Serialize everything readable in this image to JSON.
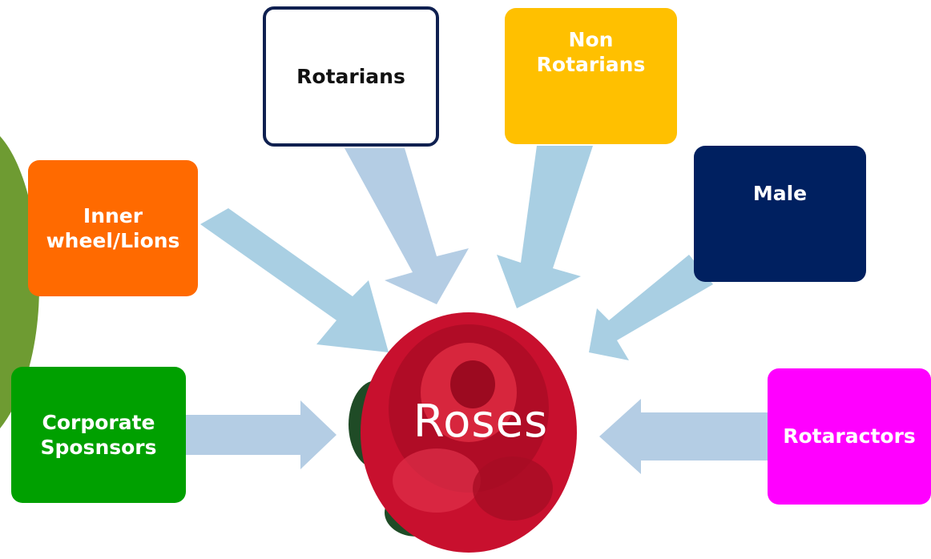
{
  "center": {
    "label": "Roses"
  },
  "sources": [
    {
      "id": "rotarians",
      "label": "Rotarians",
      "fill": "#ffffff",
      "border": "#0f2050",
      "text_color": "#111111"
    },
    {
      "id": "non-rotarians",
      "label": "Non\nRotarians",
      "fill": "#ffc000",
      "text_color": "#ffffff"
    },
    {
      "id": "inner-wheel-lions",
      "label": "Inner\nwheel/Lions",
      "fill": "#ff6a00",
      "text_color": "#ffffff"
    },
    {
      "id": "male",
      "label": "Male",
      "fill": "#002060",
      "text_color": "#ffffff"
    },
    {
      "id": "corporate-sponsors",
      "label": "Corporate\nSposnsors",
      "fill": "#00a000",
      "text_color": "#ffffff"
    },
    {
      "id": "rotaractors",
      "label": "Rotaractors",
      "fill": "#ff00ff",
      "text_color": "#ffffff"
    }
  ],
  "colors": {
    "arrow": "#b4cde4",
    "arrow_alt": "#a9cfe3",
    "left_shape": "#6e9b32",
    "rose": "#c8102e"
  }
}
